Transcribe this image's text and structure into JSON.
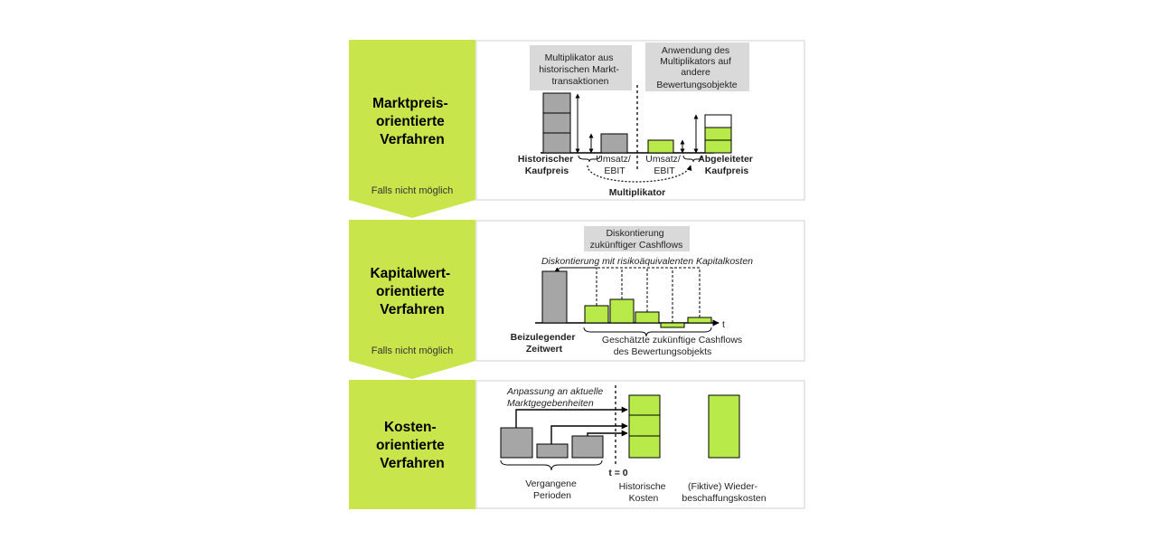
{
  "colors": {
    "accent": "#c8e64b",
    "bar_green": "#b8ea4a",
    "bar_gray": "#a6a6a6",
    "label_box": "#d9d9d9",
    "panel_border": "#d0d0d0"
  },
  "sections": [
    {
      "title": [
        "Marktpreis-",
        "orientierte",
        "Verfahren"
      ],
      "note": "Falls nicht möglich",
      "box_left": [
        "Multiplikator aus",
        "historischen Markt-",
        "transaktionen"
      ],
      "box_right": [
        "Anwendung des",
        "Multiplikators auf",
        "andere",
        "Bewertungsobjekte"
      ],
      "label_hist_price": [
        "Historischer",
        "Kaufpreis"
      ],
      "label_metric_left": [
        "Umsatz/",
        "EBIT"
      ],
      "label_metric_right": [
        "Umsatz/",
        "EBIT"
      ],
      "label_derived_price": [
        "Abgeleiteter",
        "Kaufpreis"
      ],
      "label_multiplier": "Multiplikator"
    },
    {
      "title": [
        "Kapitalwert-",
        "orientierte",
        "Verfahren"
      ],
      "note": "Falls nicht möglich",
      "box": [
        "Diskontierung",
        "zukünftiger Cashflows"
      ],
      "discount_note": "Diskontierung mit risikoäquivalenten Kapitalkosten",
      "axis_label": "t",
      "label_fair_value": [
        "Beizulegender",
        "Zeitwert"
      ],
      "label_cashflows": [
        "Geschätzte zukünftige Cashflows",
        "des Bewertungsobjekts"
      ]
    },
    {
      "title": [
        "Kosten-",
        "orientierte",
        "Verfahren"
      ],
      "adjust_note": [
        "Anpassung an aktuelle",
        "Marktgegebenheiten"
      ],
      "label_t0": "t = 0",
      "label_past": [
        "Vergangene",
        "Perioden"
      ],
      "label_hist_cost": [
        "Historische",
        "Kosten"
      ],
      "label_replacement": [
        "(Fiktive) Wieder-",
        "beschaffungskosten"
      ]
    }
  ]
}
